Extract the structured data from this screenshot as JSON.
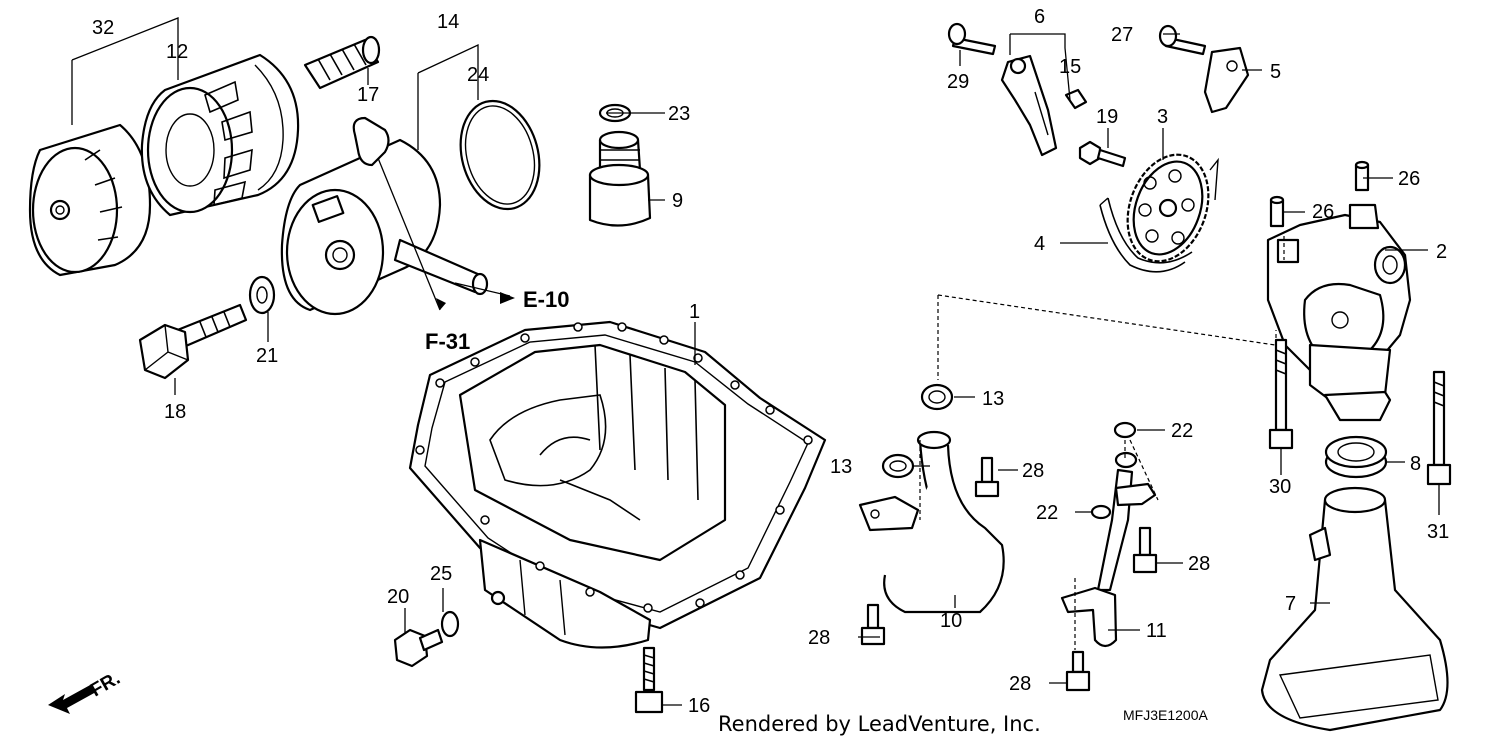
{
  "diagram": {
    "callouts": {
      "p1": "1",
      "p2": "2",
      "p3": "3",
      "p4": "4",
      "p5": "5",
      "p6": "6",
      "p7": "7",
      "p8": "8",
      "p9": "9",
      "p10": "10",
      "p11": "11",
      "p12": "12",
      "p13a": "13",
      "p13b": "13",
      "p14": "14",
      "p15": "15",
      "p16": "16",
      "p17": "17",
      "p18": "18",
      "p19": "19",
      "p20": "20",
      "p21": "21",
      "p22a": "22",
      "p22b": "22",
      "p23": "23",
      "p24": "24",
      "p25": "25",
      "p26a": "26",
      "p26b": "26",
      "p27": "27",
      "p28a": "28",
      "p28b": "28",
      "p28c": "28",
      "p28d": "28",
      "p29": "29",
      "p30": "30",
      "p31": "31",
      "p32": "32"
    },
    "references": {
      "e10": "E-10",
      "f31": "F-31"
    },
    "front_label": "FR.",
    "diagram_code": "MFJ3E1200A",
    "credit": "Rendered by LeadVenture, Inc."
  }
}
